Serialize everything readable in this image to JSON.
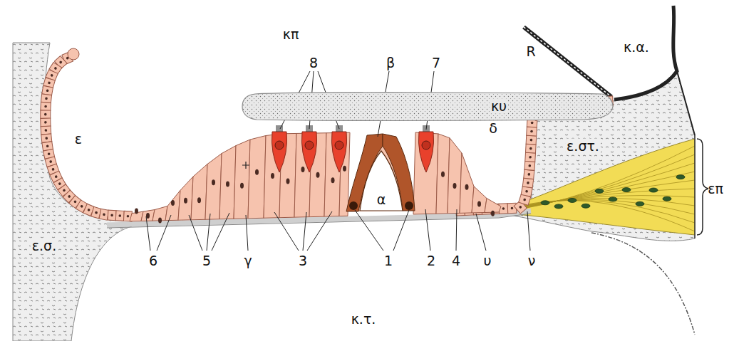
{
  "diagram": {
    "nodes": [
      {
        "text": [
          "κυ"
        ]
      },
      {
        "text": [
          "α"
        ]
      }
    ],
    "labels": [
      "κπ",
      "8",
      "β",
      "7",
      "R",
      "κ.α.",
      "ε",
      "δ",
      "ε.στ.",
      "επ",
      "ε.σ.",
      "γ",
      "6",
      "5",
      "3",
      "1",
      "2",
      "4",
      "υ",
      "ν",
      "κ.τ."
    ]
  }
}
